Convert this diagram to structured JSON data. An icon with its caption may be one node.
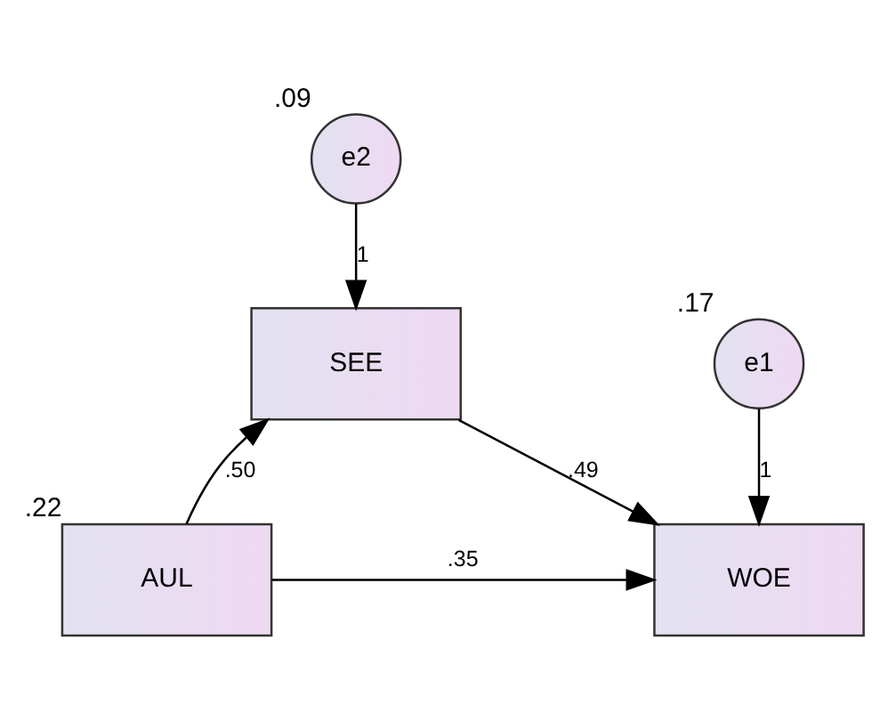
{
  "diagram": {
    "nodes": [
      {
        "text": [
          "e2"
        ],
        "beside": [
          ".09"
        ]
      },
      {
        "text": [
          "SEE"
        ]
      },
      {
        "text": [
          "e1"
        ],
        "beside": [
          ".17"
        ]
      },
      {
        "text": [
          "AUL"
        ],
        "beside": [
          ".22"
        ]
      },
      {
        "text": [
          "WOE"
        ]
      }
    ],
    "edges": [
      {
        "from": 0,
        "to": 1,
        "arrow": "to",
        "label": "1"
      },
      {
        "from": 3,
        "to": 1,
        "arrow": "to",
        "label": ".50"
      },
      {
        "from": 1,
        "to": 4,
        "arrow": "to",
        "label": ".49"
      },
      {
        "from": 2,
        "to": 4,
        "arrow": "to",
        "label": "1"
      },
      {
        "from": 3,
        "to": 4,
        "arrow": "to",
        "label": ".35"
      }
    ]
  }
}
